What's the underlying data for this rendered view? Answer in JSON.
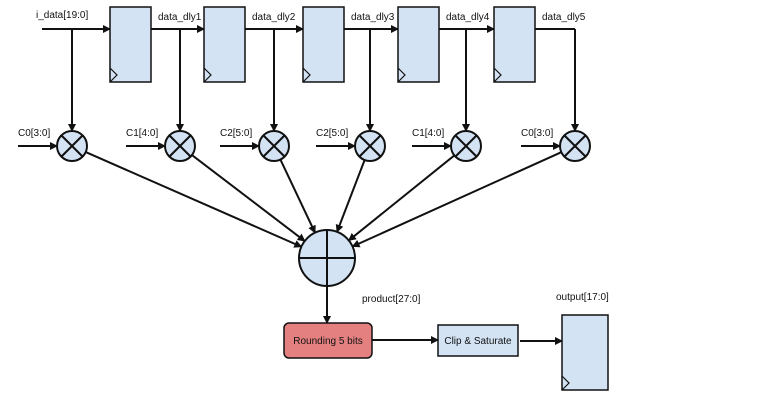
{
  "colors": {
    "block_fill": "#d3e3f4",
    "rounding_fill": "#e48080",
    "stroke": "#111111"
  },
  "input": {
    "label": "i_data[19:0]"
  },
  "delays": [
    {
      "label": "data_dly1"
    },
    {
      "label": "data_dly2"
    },
    {
      "label": "data_dly3"
    },
    {
      "label": "data_dly4"
    },
    {
      "label": "data_dly5"
    }
  ],
  "coefficients": [
    {
      "label": "C0[3:0]"
    },
    {
      "label": "C1[4:0]"
    },
    {
      "label": "C2[5:0]"
    },
    {
      "label": "C2[5:0]"
    },
    {
      "label": "C1[4:0]"
    },
    {
      "label": "C0[3:0]"
    }
  ],
  "product": {
    "label": "product[27:0]"
  },
  "rounding": {
    "label": "Rounding 5 bits"
  },
  "clip": {
    "label": "Clip & Saturate"
  },
  "output": {
    "label": "output[17:0]"
  }
}
